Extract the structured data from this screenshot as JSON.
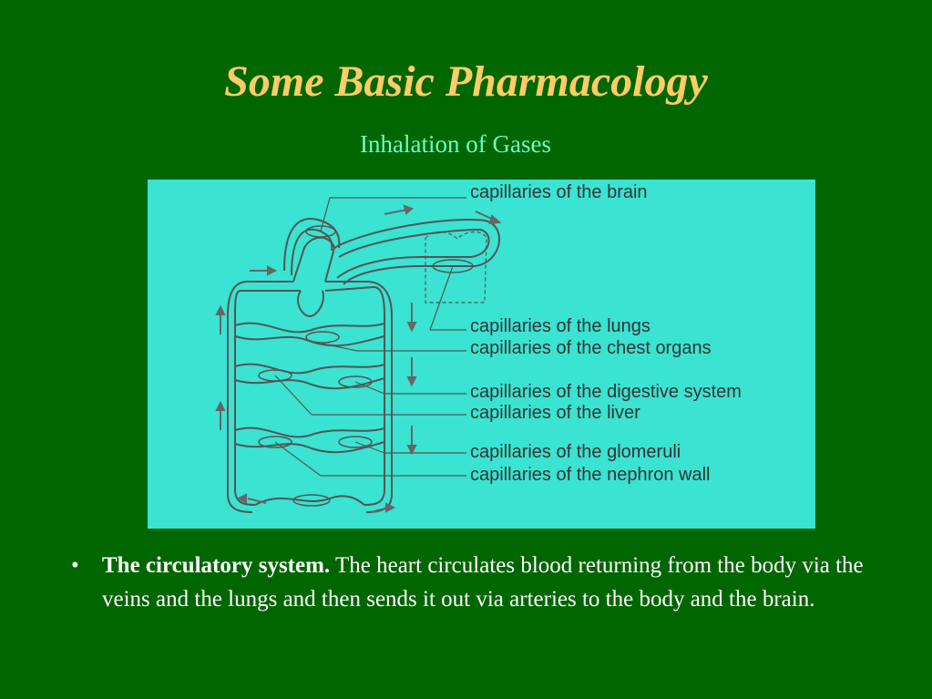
{
  "slide": {
    "title": "Some Basic Pharmacology",
    "subtitle": "Inhalation of Gases"
  },
  "diagram": {
    "labels": [
      "capillaries of the brain",
      "capillaries of the lungs",
      "capillaries of the chest organs",
      "capillaries of the digestive system",
      "capillaries of the liver",
      "capillaries of the glomeruli",
      "capillaries of the nephron wall"
    ]
  },
  "bullet": {
    "marker": "•",
    "bold": "The circulatory system.",
    "text": " The heart circulates blood returning from the body via the veins and the lungs and then sends it out via arteries to the body and the brain."
  },
  "colors": {
    "background": "#006600",
    "title": "#ffcc66",
    "subtitle": "#66ffcc",
    "figure_bg": "#3ae3d2"
  }
}
